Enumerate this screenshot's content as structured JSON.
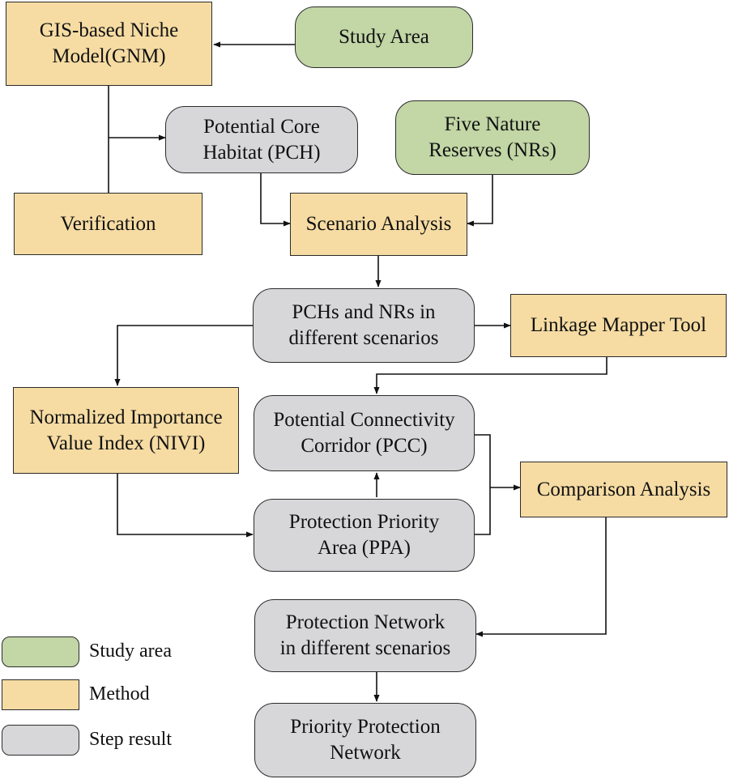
{
  "colors": {
    "study_area": "#c2d6a6",
    "method": "#f6dca3",
    "step_result": "#d7d7da",
    "stroke": "#2b2b2b"
  },
  "nodes": {
    "gnm": "GIS-based Niche\nModel(GNM)",
    "study_area": "Study Area",
    "pch": "Potential Core\nHabitat (PCH)",
    "nrs": "Five Nature\nReserves (NRs)",
    "verification": "Verification",
    "scenario": "Scenario Analysis",
    "pchs_nrs": "PCHs and NRs in\ndifferent scenarios",
    "linkage": "Linkage Mapper Tool",
    "nivi": "Normalized Importance\nValue Index (NIVI)",
    "pcc": "Potential Connectivity\nCorridor (PCC)",
    "comparison": "Comparison Analysis",
    "ppa": "Protection Priority\nArea (PPA)",
    "network": "Protection Network\nin different scenarios",
    "priority": "Priority Protection\nNetwork"
  },
  "legend": {
    "study_area": "Study area",
    "method": "Method",
    "step_result": "Step result"
  },
  "edges": [
    {
      "from": "study_area",
      "to": "gnm"
    },
    {
      "from": "gnm",
      "to": "pch"
    },
    {
      "from": "gnm",
      "to": "verification"
    },
    {
      "from": "pch",
      "to": "scenario"
    },
    {
      "from": "nrs",
      "to": "scenario"
    },
    {
      "from": "scenario",
      "to": "pchs_nrs"
    },
    {
      "from": "pchs_nrs",
      "to": "linkage"
    },
    {
      "from": "pchs_nrs",
      "to": "nivi"
    },
    {
      "from": "linkage",
      "to": "pcc"
    },
    {
      "from": "nivi",
      "to": "ppa"
    },
    {
      "from": "ppa",
      "to": "pcc"
    },
    {
      "from": "pcc",
      "to": "comparison"
    },
    {
      "from": "ppa",
      "to": "comparison"
    },
    {
      "from": "comparison",
      "to": "network"
    },
    {
      "from": "network",
      "to": "priority"
    }
  ]
}
